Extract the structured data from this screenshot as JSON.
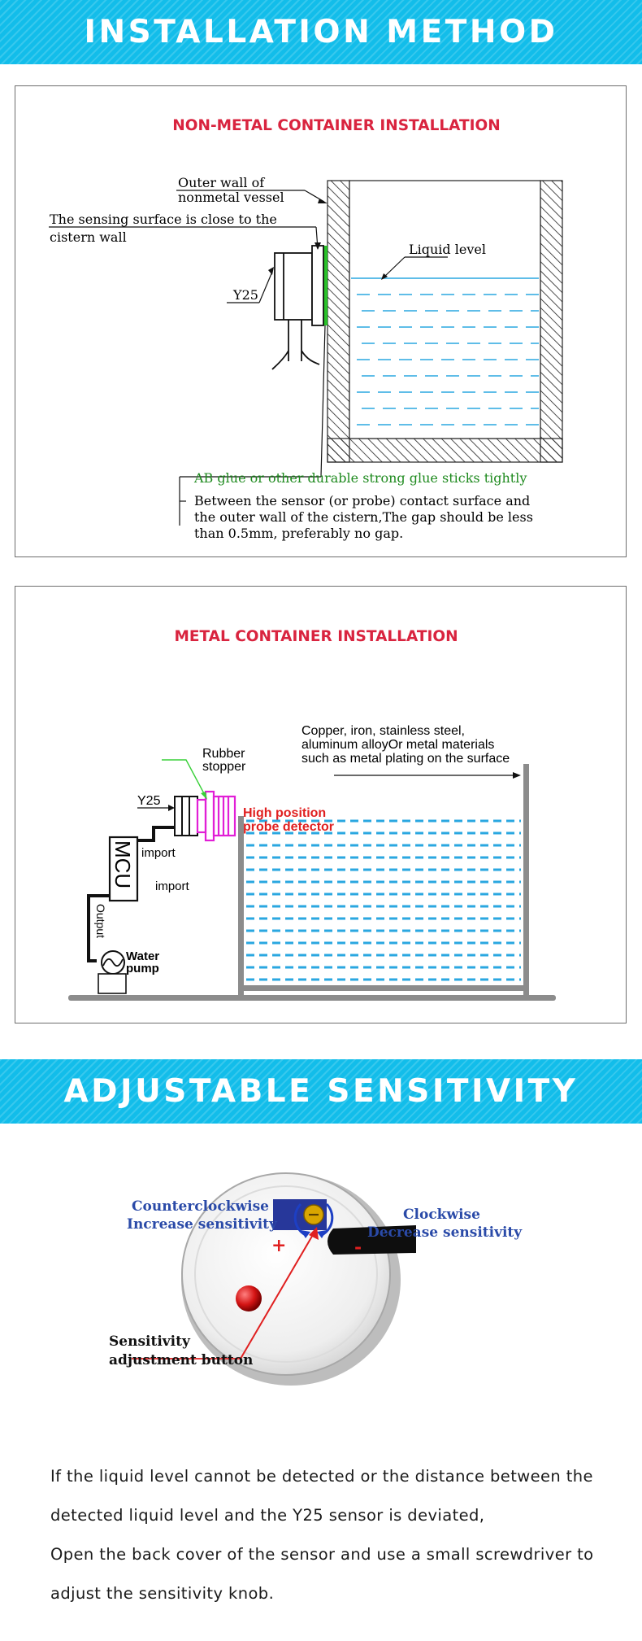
{
  "installation": {
    "banner_title": "INSTALLATION METHOD",
    "non_metal": {
      "title": "NON-METAL CONTAINER INSTALLATION",
      "outer_wall_label_line1": "Outer wall of",
      "outer_wall_label_line2": "nonmetal vessel",
      "sensing_surface_line1": "The sensing surface is close to the",
      "sensing_surface_line2": "cistern wall",
      "liquid_level": "Liquid level",
      "sensor_model": "Y25",
      "glue_note": "AB glue or other durable strong glue sticks tightly",
      "gap_note_line1": "Between the sensor (or probe) contact surface and",
      "gap_note_line2": "the outer wall of the cistern,The gap should be less",
      "gap_note_line3": "than 0.5mm, preferably no gap."
    },
    "metal": {
      "title": "METAL CONTAINER INSTALLATION",
      "materials_line1": "Copper, iron, stainless steel,",
      "materials_line2": "aluminum alloyOr metal materials",
      "materials_line3": "such as metal plating on the surface",
      "rubber_line1": "Rubber",
      "rubber_line2": "stopper",
      "sensor_model": "Y25",
      "probe_line1": "High position",
      "probe_line2": "probe detector",
      "mcu": "MCU",
      "import_1": "import",
      "import_2": "import",
      "output": "Output",
      "pump_line1": "Water",
      "pump_line2": "pump"
    }
  },
  "sensitivity": {
    "banner_title": "ADJUSTABLE SENSITIVITY",
    "ccw_line1": "Counterclockwise",
    "ccw_line2": "Increase sensitivity",
    "cw_line1": "Clockwise",
    "cw_line2": "Decrease sensitivity",
    "plus": "+",
    "minus": "-",
    "button_line1": "Sensitivity",
    "button_line2": "adjustment button",
    "paragraph_lines": [
      "If the liquid level cannot be detected or the distance between the",
      "detected liquid level and the Y25 sensor is deviated,",
      "Open the back cover of the sensor and use a small screwdriver to",
      "adjust the sensitivity knob."
    ]
  },
  "colors": {
    "banner": "#12bdea",
    "title_red": "#d9243f",
    "glue_green": "#1e8a1e",
    "water_blue": "#2aa7e0",
    "probe_magenta": "#e11fd6",
    "probe_red": "#e02020",
    "arrow_blue": "#1d3fc4"
  }
}
